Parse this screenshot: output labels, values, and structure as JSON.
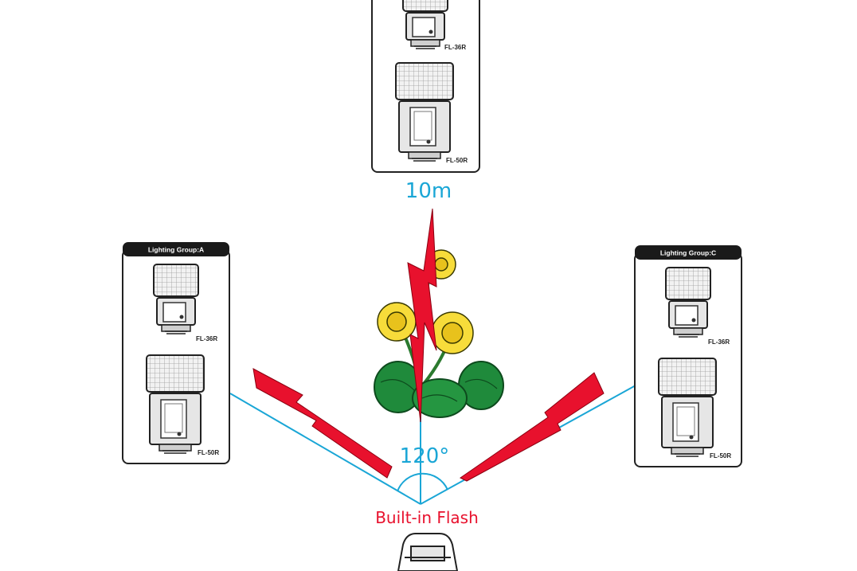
{
  "distance_label": "10m",
  "angle_label": "120°",
  "builtin_flash_label": "Built-in Flash",
  "groups": {
    "a": {
      "title": "Lighting Group:A",
      "units": [
        "FL-36R",
        "FL-50R"
      ]
    },
    "top": {
      "units": [
        "FL-36R",
        "FL-50R"
      ]
    },
    "c": {
      "title": "Lighting Group:C",
      "units": [
        "FL-36R",
        "FL-50R"
      ]
    }
  },
  "colors": {
    "signal_red": "#e8112d",
    "range_line_blue": "#1aa6d6",
    "petal_yellow": "#f7dc3a",
    "leaf_green": "#1f8a3b",
    "group_label_bg": "#1a1a1a"
  },
  "icons": [
    "flash-unit-fl36r-icon",
    "flash-unit-fl50r-icon",
    "lightning-bolt-icon",
    "flower-icon",
    "camera-icon"
  ]
}
